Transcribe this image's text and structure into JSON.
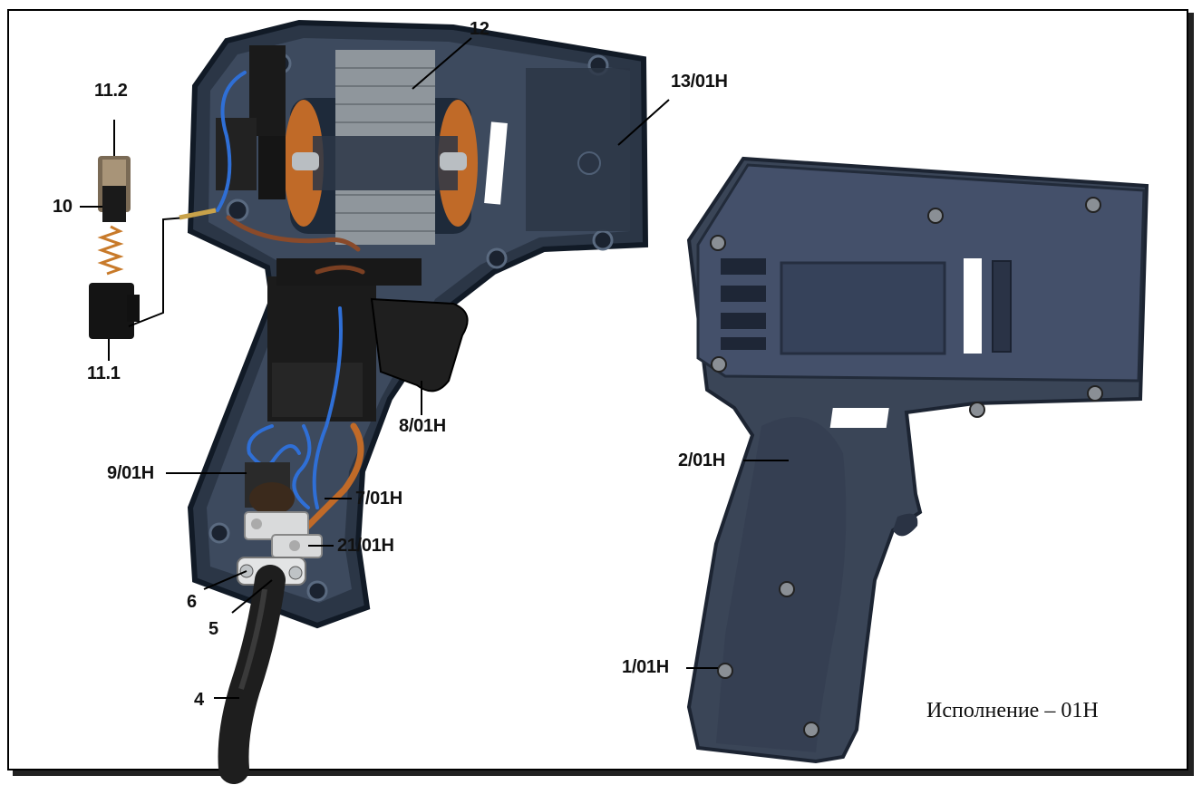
{
  "labels": {
    "l12": "12",
    "l13": "13/01H",
    "l11_2": "11.2",
    "l10": "10",
    "l11_1": "11.1",
    "l8": "8/01H",
    "l9": "9/01H",
    "l7": "7/01H",
    "l21": "21/01H",
    "l6": "6",
    "l5": "5",
    "l4": "4",
    "l2": "2/01H",
    "l1": "1/01H"
  },
  "caption": "Исполнение – 01H",
  "colors": {
    "housing": "#2f3a4a",
    "housing_dark": "#1a2230",
    "housing_light": "#4a5870",
    "copper": "#b5652a",
    "wire_blue": "#2f6fd6",
    "steel": "#9aa0a6",
    "black": "#161616"
  }
}
